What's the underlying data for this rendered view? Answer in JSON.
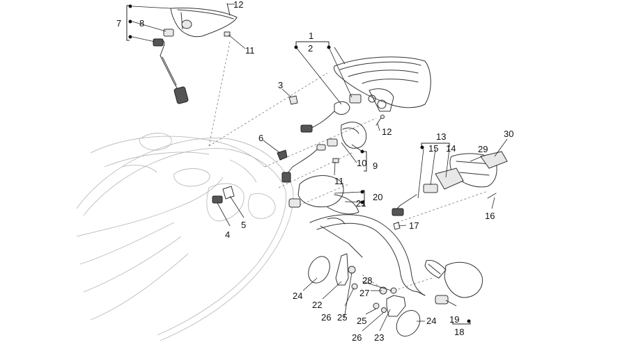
{
  "callouts": {
    "c1": "1",
    "c2": "2",
    "c3": "3",
    "c4": "4",
    "c5": "5",
    "c6": "6",
    "c7": "7",
    "c8": "8",
    "c9": "9",
    "c10": "10",
    "c11a": "11",
    "c11b": "11",
    "c12a": "12",
    "c12b": "12",
    "c13": "13",
    "c14": "14",
    "c15": "15",
    "c16": "16",
    "c17": "17",
    "c18": "18",
    "c19": "19",
    "c20": "20",
    "c21": "21",
    "c22": "22",
    "c23": "23",
    "c24a": "24",
    "c24b": "24",
    "c25a": "25",
    "c25b": "25",
    "c26a": "26",
    "c26b": "26",
    "c27": "27",
    "c28": "28",
    "c29": "29",
    "c30": "30"
  }
}
